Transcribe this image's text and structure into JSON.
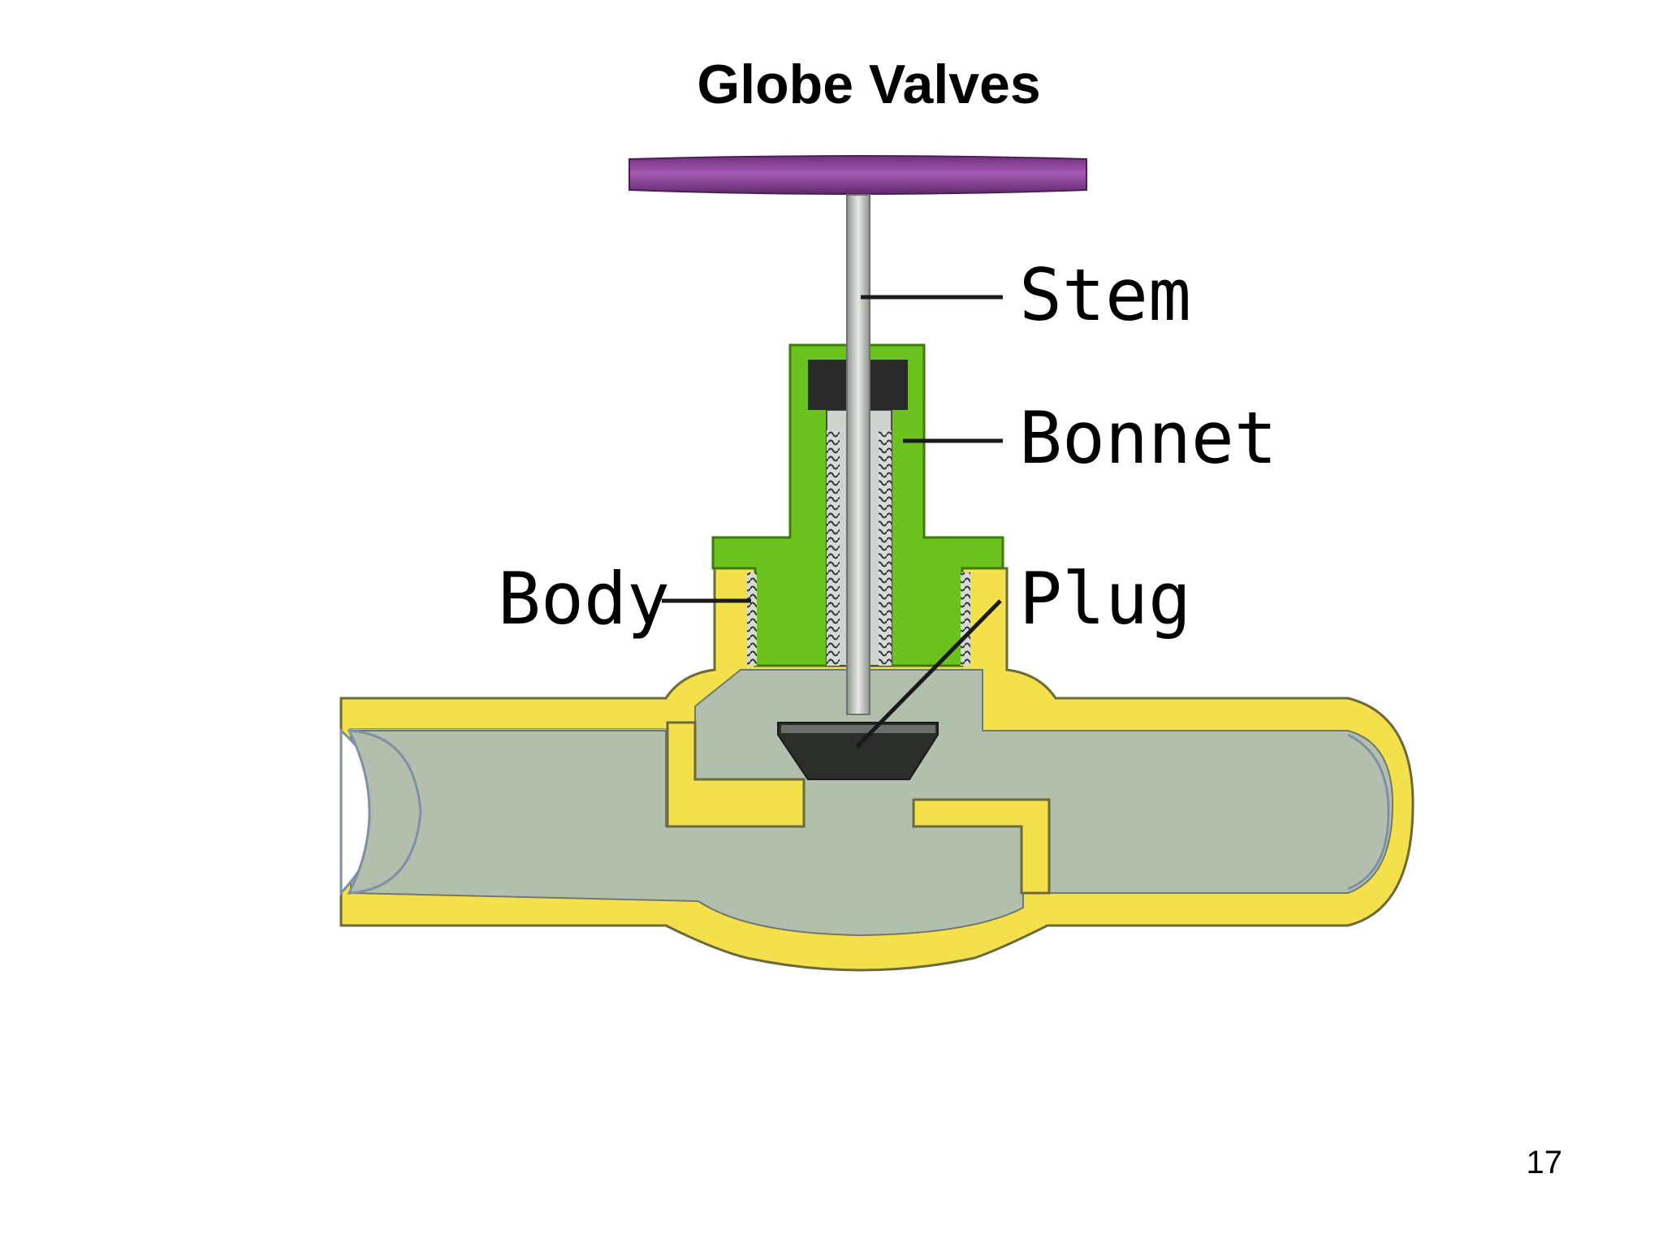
{
  "slide": {
    "title": "Globe Valves",
    "page_number": "17"
  },
  "diagram": {
    "labels": {
      "stem": "Stem",
      "bonnet": "Bonnet",
      "body": "Body",
      "plug": "Plug"
    },
    "colors": {
      "handwheel": "#8a3f97",
      "bonnet": "#6cc21c",
      "body_wall": "#f4e04a",
      "fluid": "#b3bfad",
      "stem": "#cfd3cf",
      "plug": "#2b2e2b",
      "packing": "#2a2a2a"
    }
  }
}
